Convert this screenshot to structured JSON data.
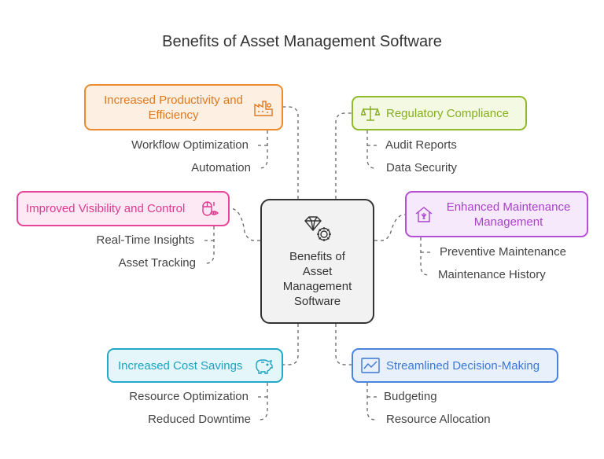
{
  "title": "Benefits of Asset Management Software",
  "center": {
    "line1": "Benefits of",
    "line2": "Asset",
    "line3": "Management",
    "line4": "Software",
    "icon": "gem-gear-icon"
  },
  "topics": [
    {
      "id": "productivity",
      "line1": "Increased Productivity and",
      "line2": "Efficiency",
      "icon": "factory-icon",
      "color": "#ee8a2e",
      "subs": [
        "Workflow Optimization",
        "Automation"
      ]
    },
    {
      "id": "compliance",
      "label": "Regulatory Compliance",
      "icon": "scales-icon",
      "color": "#8fba2a",
      "subs": [
        "Audit Reports",
        "Data Security"
      ]
    },
    {
      "id": "visibility",
      "label": "Improved Visibility and Control",
      "icon": "mouse-eye-icon",
      "color": "#e6459a",
      "subs": [
        "Real-Time Insights",
        "Asset Tracking"
      ]
    },
    {
      "id": "maintenance",
      "line1": "Enhanced Maintenance",
      "line2": "Management",
      "icon": "house-wrench-icon",
      "color": "#b44fd6",
      "subs": [
        "Preventive Maintenance",
        "Maintenance History"
      ]
    },
    {
      "id": "cost",
      "label": "Increased Cost Savings",
      "icon": "piggy-bank-icon",
      "color": "#21a9c9",
      "subs": [
        "Resource Optimization",
        "Reduced Downtime"
      ]
    },
    {
      "id": "decision",
      "label": "Streamlined Decision-Making",
      "icon": "line-chart-icon",
      "color": "#4a84dc",
      "subs": [
        "Budgeting",
        "Resource Allocation"
      ]
    }
  ]
}
